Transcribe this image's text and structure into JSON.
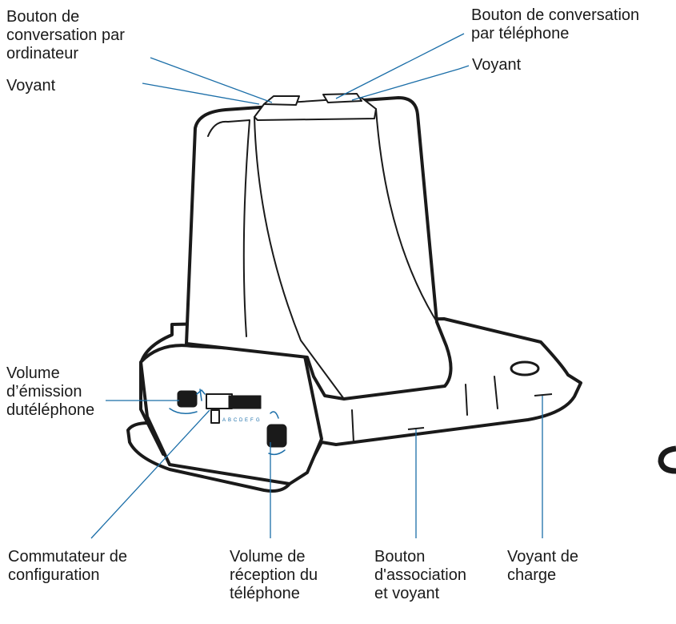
{
  "colors": {
    "leader": "#1b6ea8",
    "outline": "#1a1a1a",
    "fill": "#ffffff",
    "accent": "#1b6ea8"
  },
  "labels": {
    "pc_button": [
      "Bouton de",
      "conversation par",
      "ordinateur"
    ],
    "pc_led": [
      "Voyant"
    ],
    "phone_button": [
      "Bouton de conversation",
      "par téléphone"
    ],
    "phone_led": [
      "Voyant"
    ],
    "tx_volume": [
      "Volume",
      "d’émission",
      "dutéléphone"
    ],
    "config_switch": [
      "Commutateur de",
      "configuration"
    ],
    "rx_volume": [
      "Volume de",
      "réception du",
      "téléphone"
    ],
    "pair_button": [
      "Bouton",
      "d'association",
      "et voyant"
    ],
    "charge_led": [
      "Voyant de",
      "charge"
    ]
  },
  "switch_letters": [
    "A",
    "B",
    "C",
    "D",
    "E",
    "F",
    "G"
  ]
}
